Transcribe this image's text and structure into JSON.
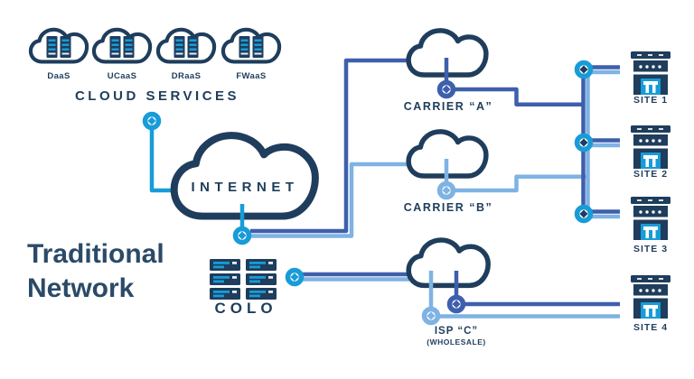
{
  "heading": {
    "line1": "Traditional",
    "line2": "Network"
  },
  "cloud_services": {
    "title": "CLOUD SERVICES",
    "items": [
      {
        "label": "DaaS"
      },
      {
        "label": "UCaaS"
      },
      {
        "label": "DRaaS"
      },
      {
        "label": "FWaaS"
      }
    ]
  },
  "internet": {
    "label": "INTERNET"
  },
  "carriers": [
    {
      "label": "CARRIER “A”"
    },
    {
      "label": "CARRIER “B”"
    }
  ],
  "colo": {
    "label": "COLO"
  },
  "isp": {
    "label": "ISP “C”",
    "sublabel": "(WHOLESALE)"
  },
  "sites": [
    {
      "label": "SITE 1"
    },
    {
      "label": "SITE 2"
    },
    {
      "label": "SITE 3"
    },
    {
      "label": "SITE 4"
    }
  ],
  "colors": {
    "navy": "#1F3D5C",
    "cyan": "#189CD8",
    "royal": "#3E5FAC",
    "light_blue": "#7EB3E3",
    "heading": "#2B4A68"
  }
}
